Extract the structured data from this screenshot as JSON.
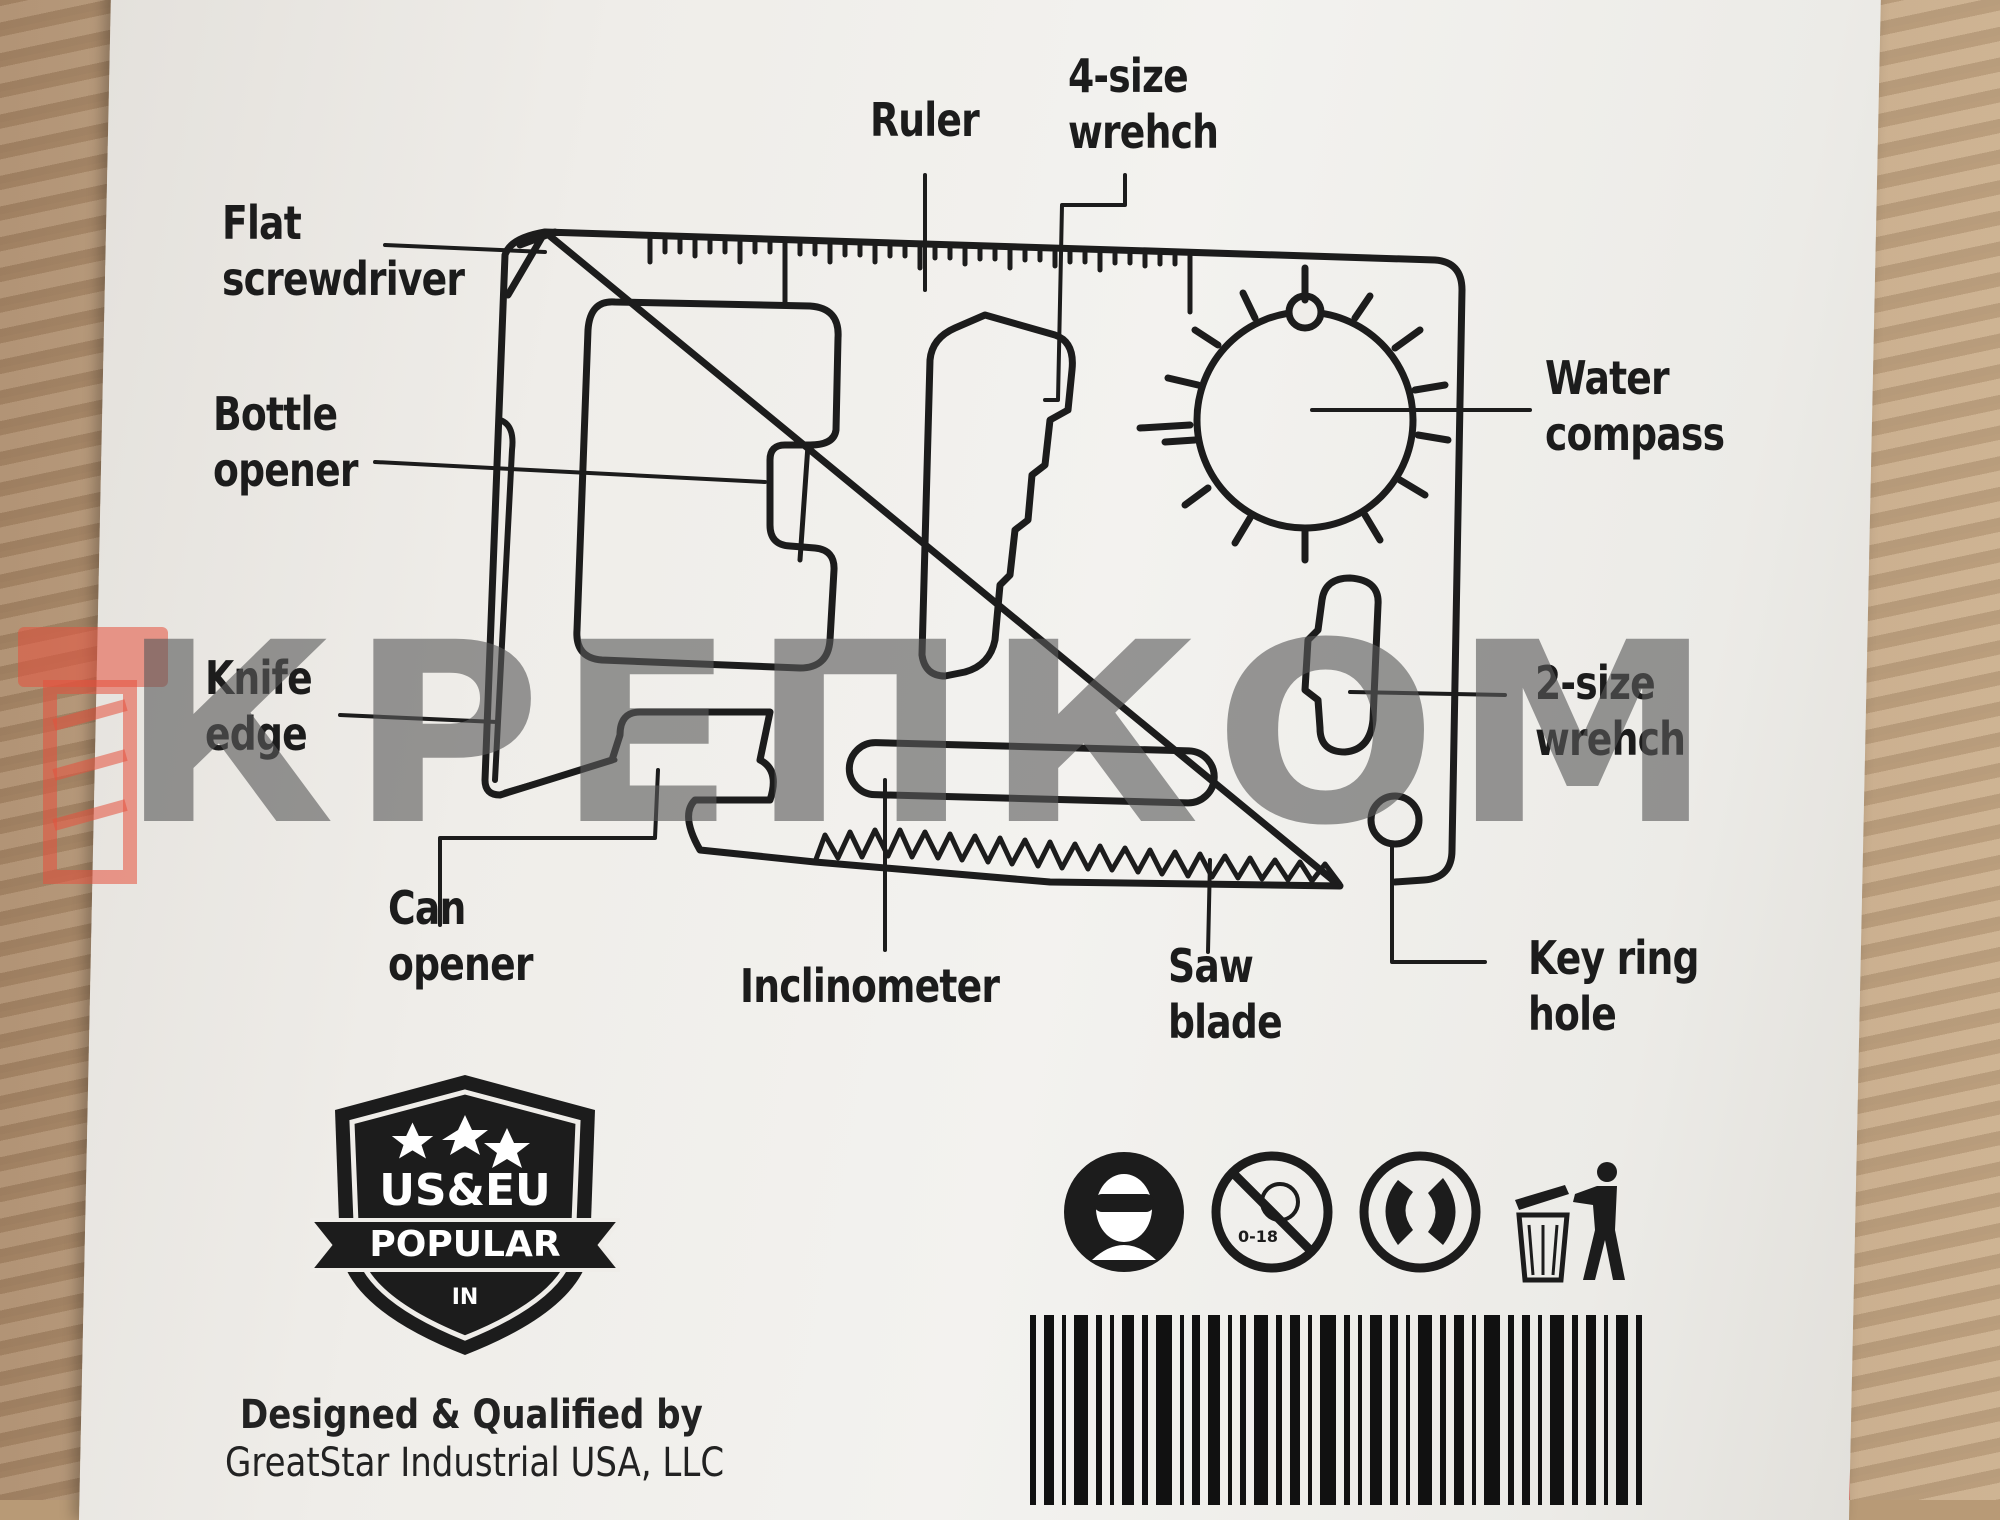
{
  "callouts": {
    "ruler": "Ruler",
    "four_size_line1": "4-size",
    "four_size_line2": "wrehch",
    "flat_line1": "Flat",
    "flat_line2": "screwdriver",
    "bottle_line1": "Bottle",
    "bottle_line2": "opener",
    "water_line1": "Water",
    "water_line2": "compass",
    "knife_line1": "Knife",
    "knife_line2": "edge",
    "two_size_line1": "2-size",
    "two_size_line2": "wrehch",
    "can_line1": "Can",
    "can_line2": "opener",
    "inclinometer": "Inclinometer",
    "saw_line1": "Saw",
    "saw_line2": "blade",
    "keyring_line1": "Key ring",
    "keyring_line2": "hole"
  },
  "watermark": {
    "text": "КРЕПКОМ"
  },
  "badge": {
    "top": "US&EU",
    "ribbon": "POPULAR",
    "bottom": "IN"
  },
  "safety_icons": {
    "age_label": "0-18"
  },
  "footer": {
    "line1": "Designed & Qualified by",
    "line2": "GreatStar Industrial USA, LLC"
  },
  "colors": {
    "ink": "#1c1c1c",
    "box_red": "#e9381f",
    "package": "#efede9",
    "watermark_gray": "#5a5a5a"
  }
}
